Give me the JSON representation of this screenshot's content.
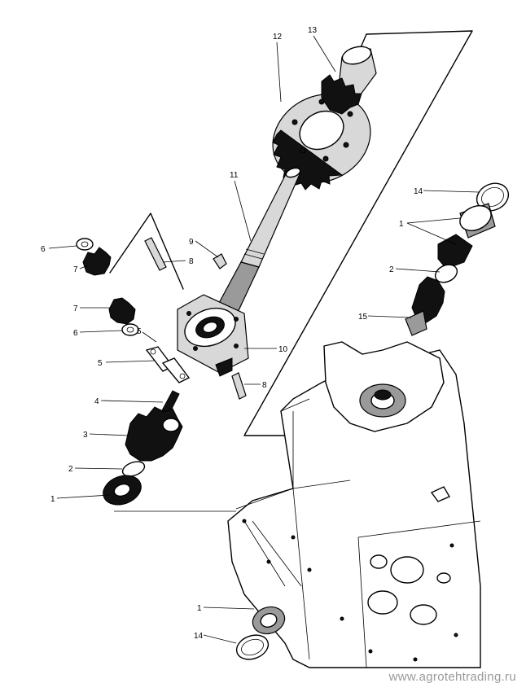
{
  "labels": {
    "l1_bot": "1",
    "l2_bot": "2",
    "l3": "3",
    "l4": "4",
    "l5_a": "5",
    "l5_b": "5",
    "l6_a": "6",
    "l6_b": "6",
    "l7_a": "7",
    "l7_b": "7",
    "l8_a": "8",
    "l8_b": "8",
    "l9": "9",
    "l10": "10",
    "l11": "11",
    "l12": "12",
    "l13": "13",
    "l14_top": "14",
    "l1_right": "1",
    "l2_right": "2",
    "l15": "15",
    "l1_case": "1",
    "l14_case": "14"
  },
  "watermark": "www.agrotehtrading.ru"
}
